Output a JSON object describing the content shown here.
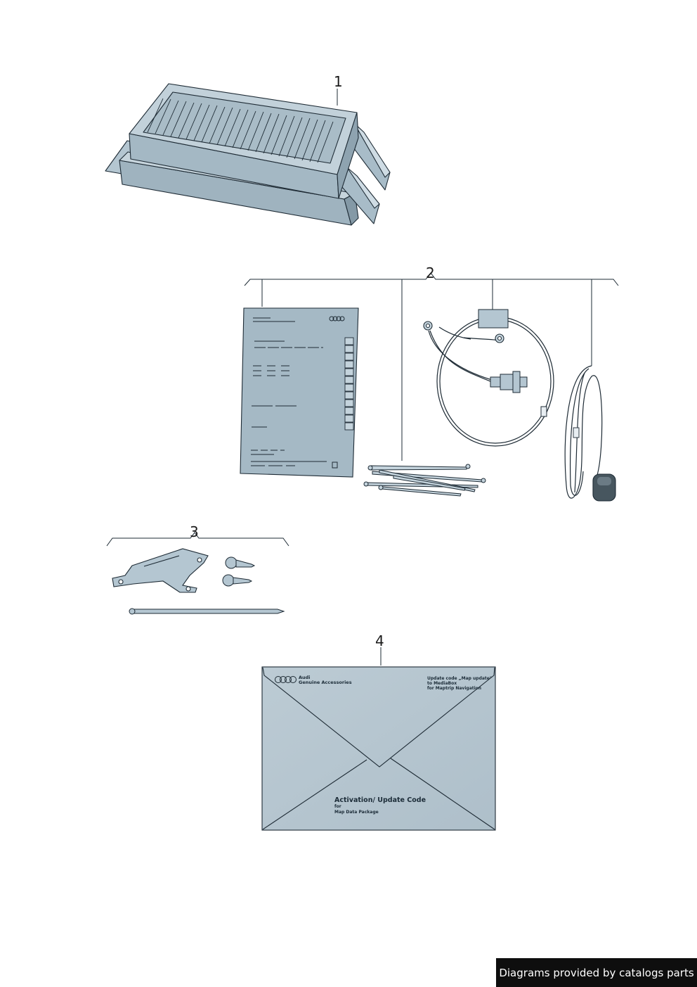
{
  "callouts": {
    "part1": "1",
    "part2": "2",
    "part3": "3",
    "part4": "4"
  },
  "envelope": {
    "brand_line1": "Audi",
    "brand_line2": "Genuine Accessories",
    "update_line1": "Update code „Map update\"",
    "update_line2": "to MediaBox",
    "update_line3": "for Maptrip Navigation",
    "activation_title": "Activation/ Update Code",
    "activation_for": "for",
    "activation_package": "Map Data Package"
  },
  "footer": {
    "text": "Diagrams provided by catalogs parts"
  },
  "colors": {
    "part_fill": "#b4c6d1",
    "part_light": "#cfdce4",
    "part_dark": "#8fa5b2",
    "outline": "#1e2b35",
    "footer_bg": "#0e0e0e"
  }
}
